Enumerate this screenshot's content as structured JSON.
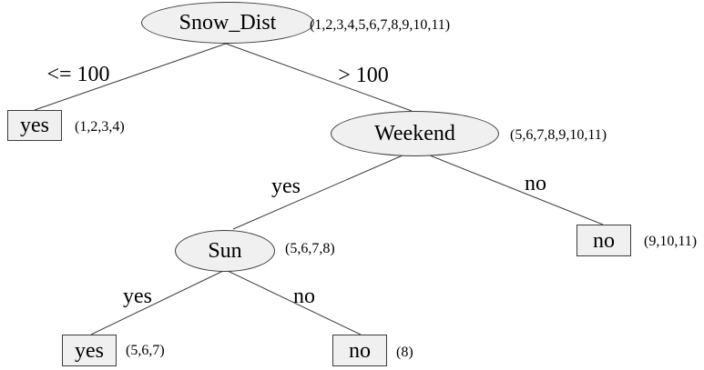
{
  "diagram_type": "decision-tree",
  "colors": {
    "background": "#ffffff",
    "node_fill": "#f0f0f0",
    "node_border": "#3c3c3c",
    "edge_color": "#3c3c3c",
    "text_color": "#000000"
  },
  "nodes": {
    "root": {
      "label": "Snow_Dist",
      "annotation": "(1,2,3,4,5,6,7,8,9,10,11)",
      "shape": "ellipse"
    },
    "leaf_snow_yes": {
      "label": "yes",
      "annotation": "(1,2,3,4)",
      "shape": "box"
    },
    "weekend": {
      "label": "Weekend",
      "annotation": "(5,6,7,8,9,10,11)",
      "shape": "ellipse"
    },
    "leaf_weekend_no": {
      "label": "no",
      "annotation": "(9,10,11)",
      "shape": "box"
    },
    "sun": {
      "label": "Sun",
      "annotation": "(5,6,7,8)",
      "shape": "ellipse"
    },
    "leaf_sun_yes": {
      "label": "yes",
      "annotation": "(5,6,7)",
      "shape": "box"
    },
    "leaf_sun_no": {
      "label": "no",
      "annotation": "(8)",
      "shape": "box"
    }
  },
  "edges": {
    "root_left": {
      "from": "root",
      "to": "leaf_snow_yes",
      "label": "<= 100"
    },
    "root_right": {
      "from": "root",
      "to": "weekend",
      "label": "> 100"
    },
    "weekend_left": {
      "from": "weekend",
      "to": "sun",
      "label": "yes"
    },
    "weekend_right": {
      "from": "weekend",
      "to": "leaf_weekend_no",
      "label": "no"
    },
    "sun_left": {
      "from": "sun",
      "to": "leaf_sun_yes",
      "label": "yes"
    },
    "sun_right": {
      "from": "sun",
      "to": "leaf_sun_no",
      "label": "no"
    }
  }
}
